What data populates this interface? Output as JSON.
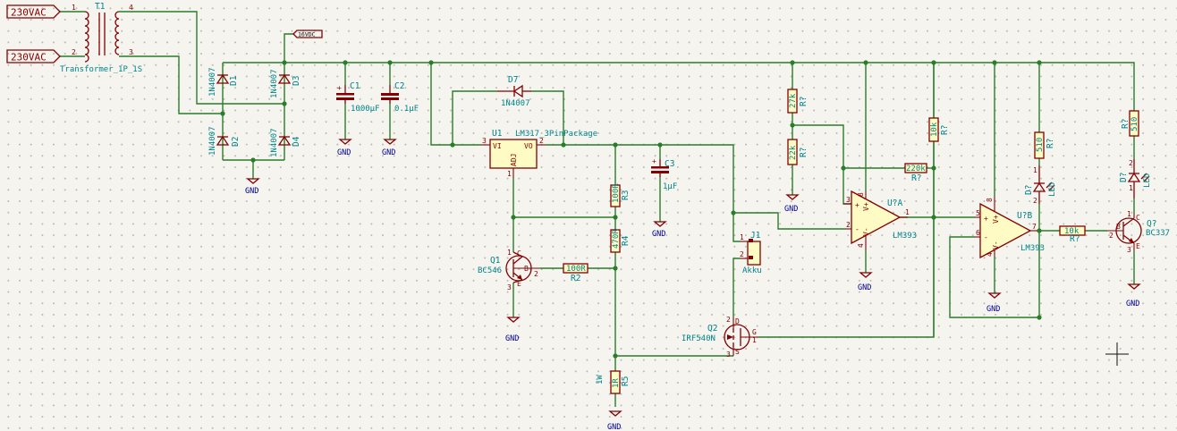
{
  "ports": {
    "ac_in_1": "230VAC",
    "ac_in_2": "230VAC"
  },
  "net_label": "16VDC",
  "transformer": {
    "ref": "T1",
    "value": "Transformer_1P_1S",
    "pins": [
      "1",
      "2",
      "4",
      "3"
    ]
  },
  "bridge": [
    {
      "ref": "D1",
      "value": "1N4007"
    },
    {
      "ref": "D2",
      "value": "1N4007"
    },
    {
      "ref": "D3",
      "value": "1N4007"
    },
    {
      "ref": "D4",
      "value": "1N4007"
    }
  ],
  "caps": {
    "C1": {
      "ref": "C1",
      "value": "1000µF"
    },
    "C2": {
      "ref": "C2",
      "value": "0.1µF"
    },
    "C3": {
      "ref": "C3",
      "value": "1µF"
    }
  },
  "diode_d7": {
    "ref": "D7",
    "value": "1N4007"
  },
  "regulator": {
    "ref": "U1",
    "value": "LM317_3PinPackage",
    "pin_vi": "VI",
    "pin_vo": "VO",
    "pin_adj": "ADJ",
    "pin_in": "3",
    "pin_out": "2",
    "pin_adj_num": "1"
  },
  "resistors": {
    "R3": {
      "ref": "R3",
      "value": "100R"
    },
    "R4": {
      "ref": "R4",
      "value": "470R"
    },
    "R2": {
      "ref": "R2",
      "value": "100R"
    },
    "R5": {
      "ref": "R5",
      "value": "1R"
    },
    "R_div_top": {
      "ref": "R?",
      "value": "27k"
    },
    "R_div_bot": {
      "ref": "R?",
      "value": "22k"
    },
    "R_10k": {
      "ref": "R?",
      "value": "10k"
    },
    "R_220k": {
      "ref": "R?",
      "value": "220k"
    },
    "R_510a": {
      "ref": "R?",
      "value": "510"
    },
    "R_510b": {
      "ref": "R?",
      "value": "510"
    },
    "R_base": {
      "ref": "R?",
      "value": "10k"
    }
  },
  "r5_side_label": "1W",
  "q1": {
    "ref": "Q1",
    "value": "BC546",
    "pins": [
      "1",
      "2",
      "3"
    ],
    "pin_names": [
      "C",
      "B",
      "E"
    ]
  },
  "q2": {
    "ref": "Q2",
    "value": "IRF540N",
    "pins": [
      "1",
      "2",
      "3"
    ],
    "pin_names": [
      "D",
      "G",
      "S"
    ]
  },
  "q3": {
    "ref": "Q?",
    "value": "BC337",
    "pins": [
      "1",
      "2",
      "3"
    ],
    "pin_names": [
      "C",
      "B",
      "E"
    ]
  },
  "j1": {
    "ref": "J1",
    "value": "Akku",
    "pins": [
      "1",
      "2"
    ]
  },
  "u_a": {
    "ref": "U?A",
    "value": "LM393",
    "pin_plus": "3",
    "pin_minus": "2",
    "pin_out": "1",
    "pin_vp": "8",
    "pin_vn": "4",
    "vplus": "V+",
    "vminus": "V-",
    "plus": "+",
    "minus": "-"
  },
  "u_b": {
    "ref": "U?B",
    "value": "LM393",
    "pin_plus": "5",
    "pin_minus": "6",
    "pin_out": "7",
    "pin_vp": "8",
    "pin_vn": "4",
    "vplus": "V+",
    "vminus": "V-",
    "plus": "+",
    "minus": "-"
  },
  "leds": {
    "D_a": {
      "ref": "D?",
      "value": "LED",
      "pins": [
        "2",
        "1"
      ]
    },
    "D_b": {
      "ref": "D?",
      "value": "LED",
      "pins": [
        "2",
        "1"
      ]
    }
  },
  "gnd": "GND",
  "colors": {
    "wire": "#2a7d2a",
    "component": "#840000",
    "component_fill": "#fffbc4",
    "reference_text": "#00848a",
    "power_text": "#00008c",
    "background": "#f5f4ef"
  }
}
